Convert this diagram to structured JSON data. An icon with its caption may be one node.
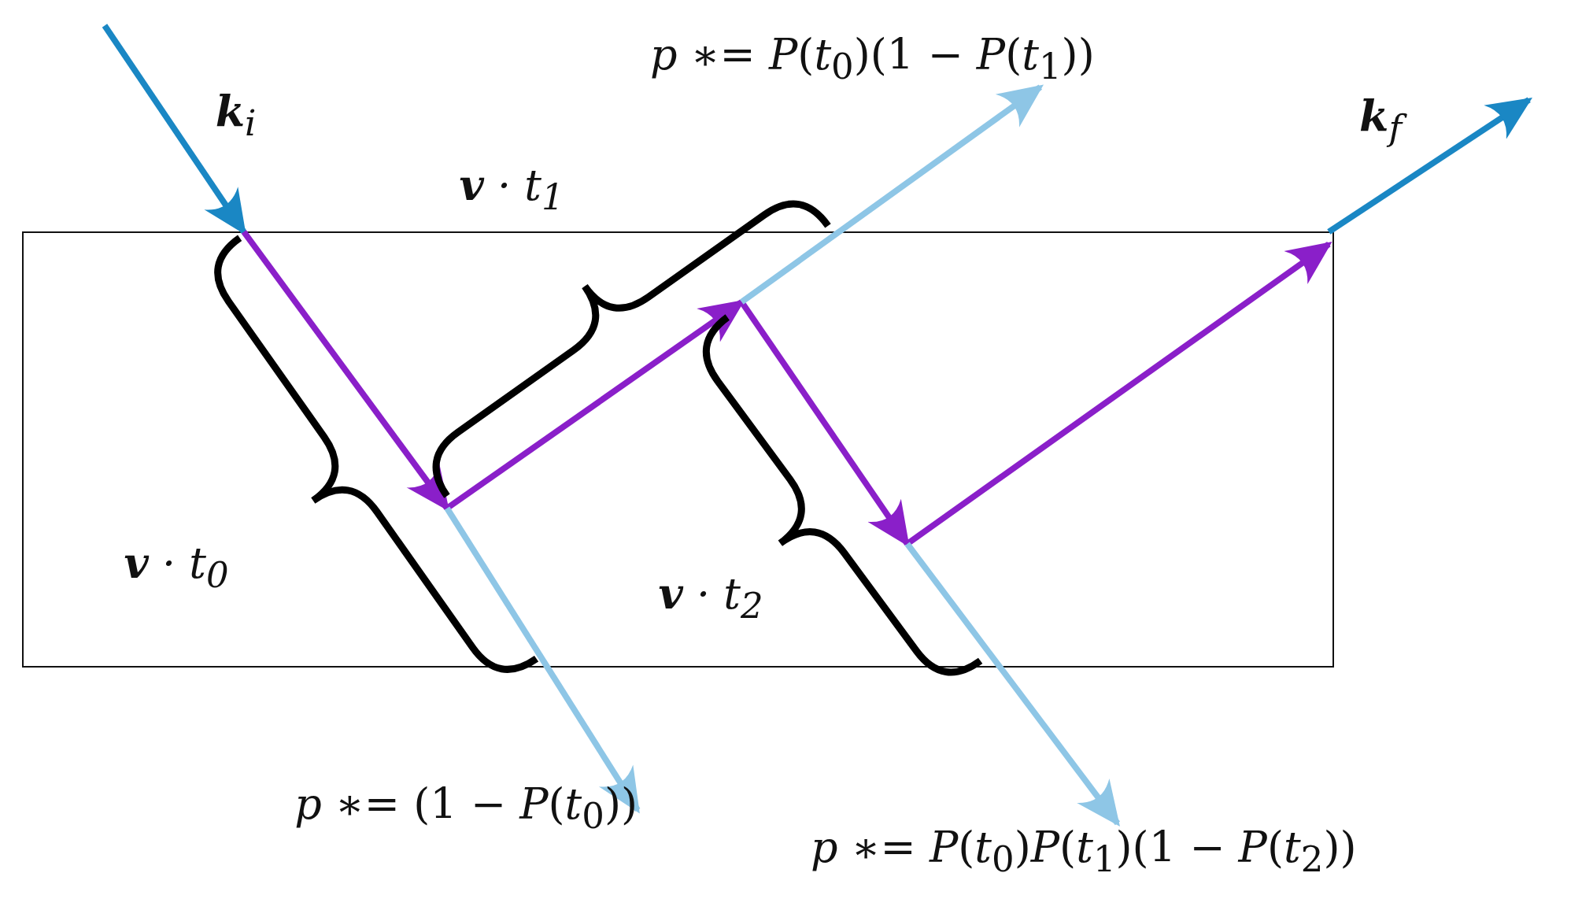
{
  "diagram": {
    "nodes": [
      {
        "text": [],
        "shape": "box"
      },
      {
        "text": [
          "*p* ∗= *P*(*t*$_{0}$)(1 − *P*(*t*$_{1}$))"
        ]
      },
      {
        "text": [
          "*p* ∗= (1 − *P*(*t*$_{0}$))"
        ]
      },
      {
        "text": [
          "*p* ∗= *P*(*t*$_{0}$)*P*(*t*$_{1}$)(1 − *P*(*t*$_{2}$))"
        ]
      }
    ],
    "edges": [
      {
        "from": null,
        "to": 0,
        "arrow": "to",
        "color": "#1a87c4"
      },
      {
        "from": 0,
        "to": 0,
        "arrow": "to",
        "color": "#8a1fc9"
      },
      {
        "from": 0,
        "to": 0,
        "arrow": "to",
        "color": "#8a1fc9"
      },
      {
        "from": 0,
        "to": 0,
        "arrow": "to",
        "color": "#8a1fc9"
      },
      {
        "from": 0,
        "to": 0,
        "arrow": "to",
        "color": "#8a1fc9"
      },
      {
        "from": 0,
        "to": null,
        "arrow": "to",
        "color": "#1a87c4"
      },
      {
        "from": 0,
        "to": 1,
        "arrow": "to",
        "color": "#8ec6e6"
      },
      {
        "from": 0,
        "to": 2,
        "arrow": "to",
        "color": "#8ec6e6"
      },
      {
        "from": 0,
        "to": 3,
        "arrow": "to",
        "color": "#8ec6e6"
      }
    ],
    "labels": [
      "**k**$_{i}$",
      "**v** · t$_{1}$",
      "**k**$_{f}$",
      "**v** · t$_{0}$",
      "**v** · t$_{2}$"
    ]
  }
}
